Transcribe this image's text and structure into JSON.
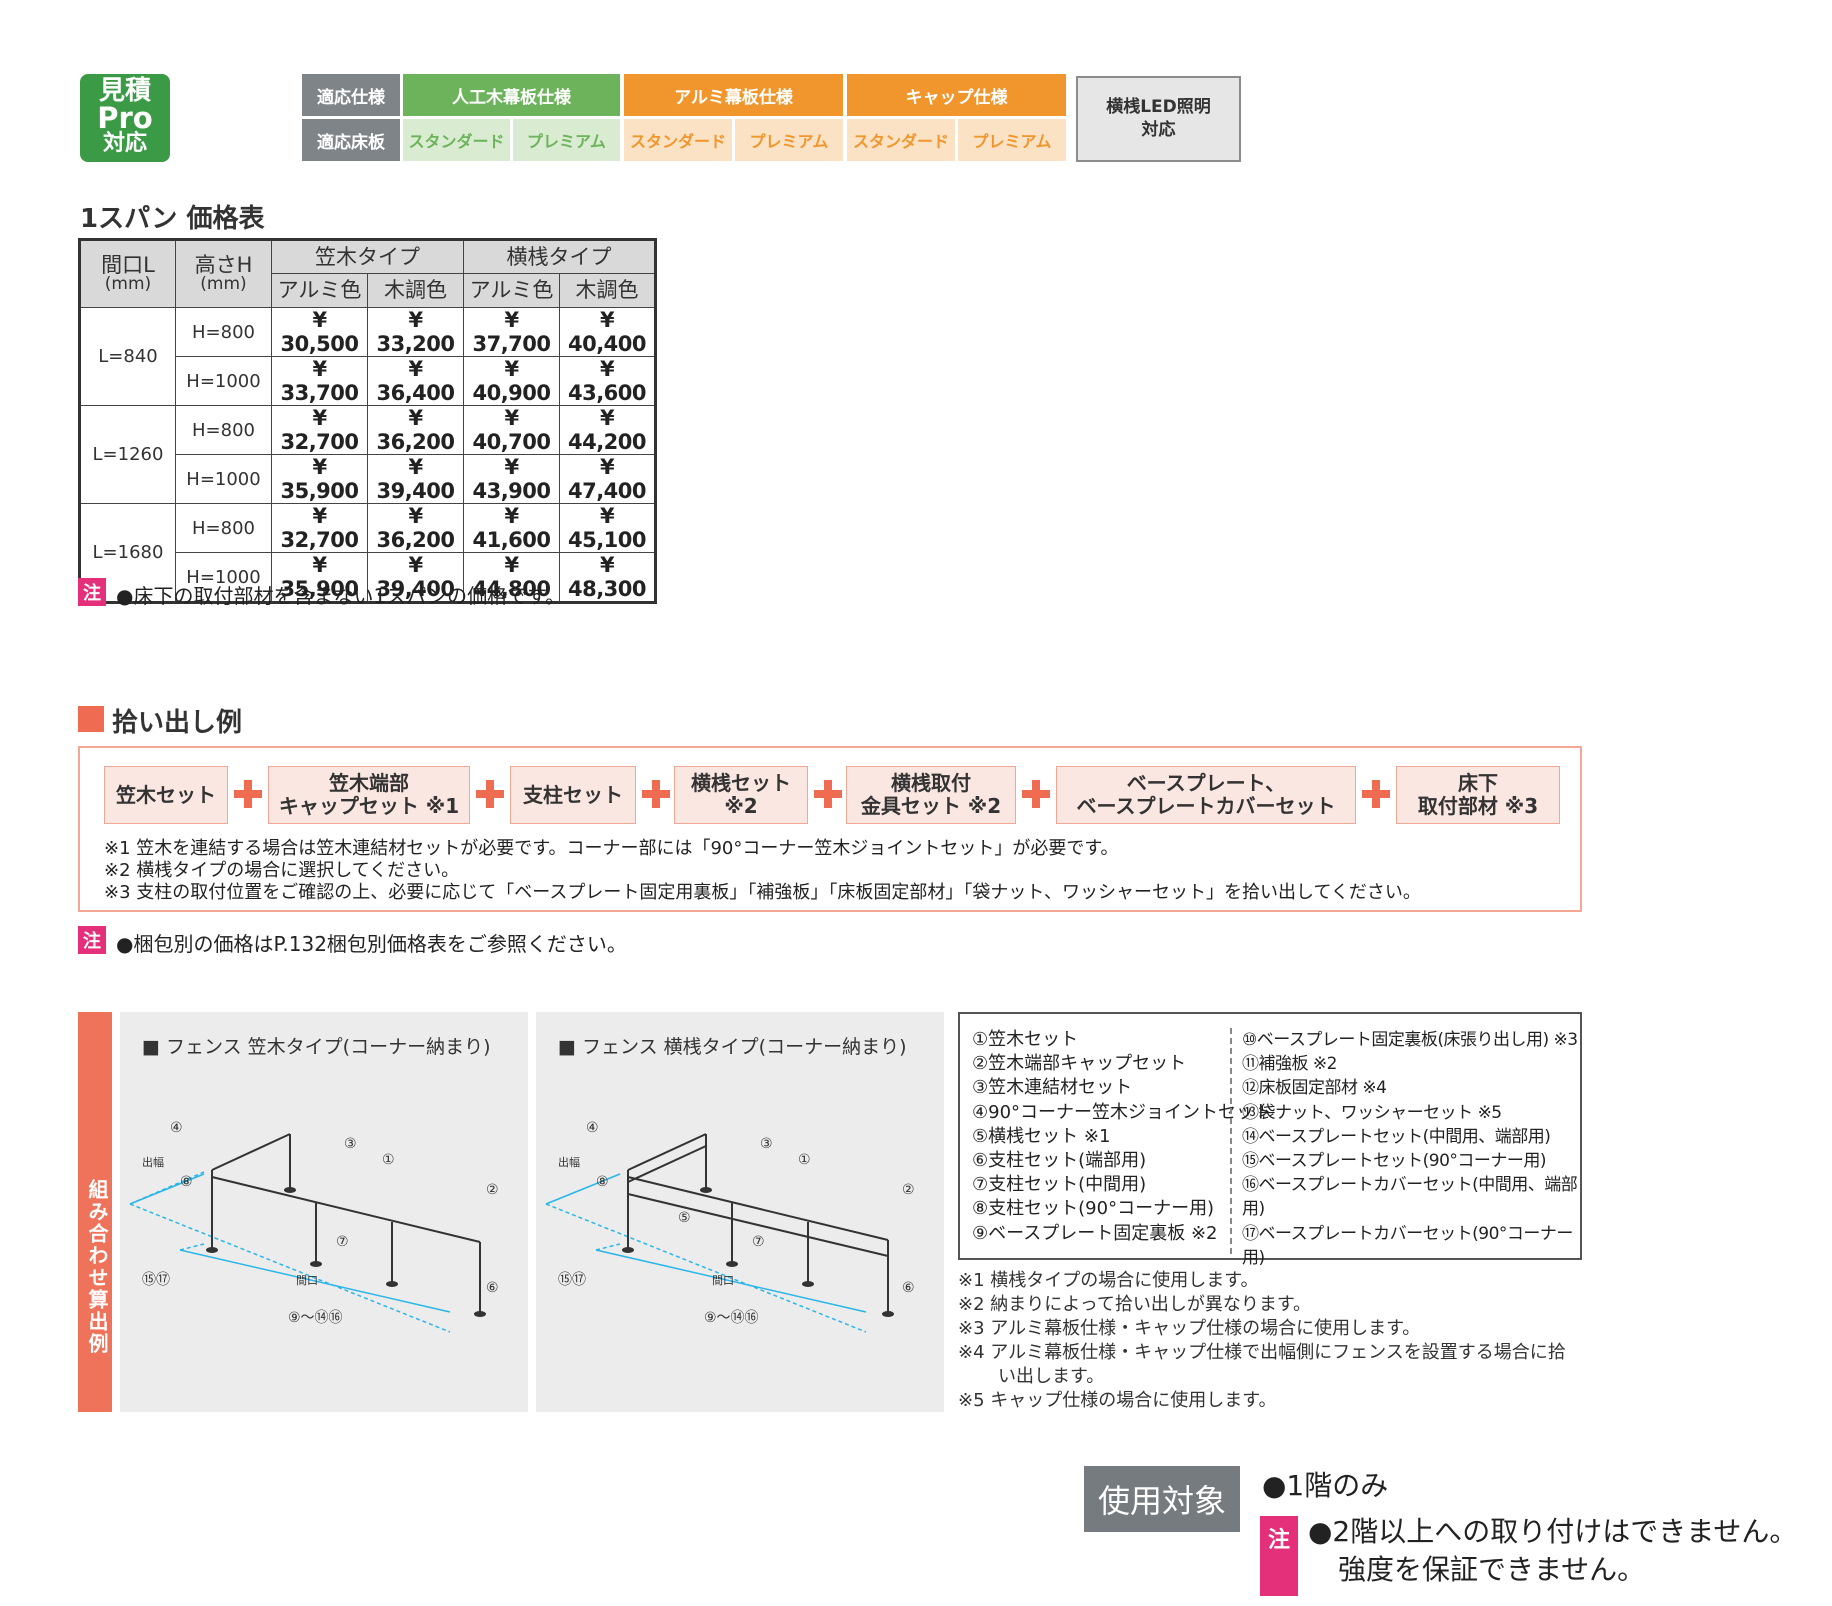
{
  "badge": {
    "line1": "見積",
    "line2": "Pro",
    "line3": "対応"
  },
  "spec_header": {
    "row1_label": "適応仕様",
    "row2_label": "適応床板",
    "specs": [
      "人工木幕板仕様",
      "アルミ幕板仕様",
      "キャップ仕様"
    ],
    "floors": [
      "スタンダード",
      "プレミアム",
      "スタンダード",
      "プレミアム",
      "スタンダード",
      "プレミアム"
    ],
    "led_line1": "横桟LED照明",
    "led_line2": "対応",
    "colors": {
      "gray": "#7f8488",
      "green": "#6db35b",
      "green_light": "#d9ecd1",
      "orange": "#f0962d",
      "orange_light": "#fbe2c4"
    }
  },
  "price_table": {
    "title": "1スパン 価格表",
    "col_opening": "間口L",
    "col_height": "高さH",
    "unit": "(mm)",
    "group1": "笠木タイプ",
    "group2": "横桟タイプ",
    "sub_alumi": "アルミ色",
    "sub_wood": "木調色",
    "rows": [
      {
        "L": "L=840",
        "H": "H=800",
        "prices": [
          "¥ 30,500",
          "¥ 33,200",
          "¥ 37,700",
          "¥ 40,400"
        ]
      },
      {
        "L": "L=840",
        "H": "H=1000",
        "prices": [
          "¥ 33,700",
          "¥ 36,400",
          "¥ 40,900",
          "¥ 43,600"
        ]
      },
      {
        "L": "L=1260",
        "H": "H=800",
        "prices": [
          "¥ 32,700",
          "¥ 36,200",
          "¥ 40,700",
          "¥ 44,200"
        ]
      },
      {
        "L": "L=1260",
        "H": "H=1000",
        "prices": [
          "¥ 35,900",
          "¥ 39,400",
          "¥ 43,900",
          "¥ 47,400"
        ]
      },
      {
        "L": "L=1680",
        "H": "H=800",
        "prices": [
          "¥ 32,700",
          "¥ 36,200",
          "¥ 41,600",
          "¥ 45,100"
        ]
      },
      {
        "L": "L=1680",
        "H": "H=1000",
        "prices": [
          "¥ 35,900",
          "¥ 39,400",
          "¥ 44,800",
          "¥ 48,300"
        ]
      }
    ],
    "note_tag": "注",
    "note": "●床下の取付部材を含まない1スパンの価格です。"
  },
  "pickup": {
    "title": "拾い出し例",
    "items": [
      {
        "l1": "笠木セット",
        "l2": ""
      },
      {
        "l1": "笠木端部",
        "l2": "キャップセット ※1"
      },
      {
        "l1": "支柱セット",
        "l2": ""
      },
      {
        "l1": "横桟セット",
        "l2": "※2"
      },
      {
        "l1": "横桟取付",
        "l2": "金具セット ※2"
      },
      {
        "l1": "ベースプレート、",
        "l2": "ベースプレートカバーセット"
      },
      {
        "l1": "床下",
        "l2": "取付部材 ※3"
      }
    ],
    "notes": [
      "※1 笠木を連結する場合は笠木連結材セットが必要です。コーナー部には「90°コーナー笠木ジョイントセット」が必要です。",
      "※2 横桟タイプの場合に選択してください。",
      "※3 支柱の取付位置をご確認の上、必要に応じて「ベースプレート固定用裏板」「補強板」「床板固定部材」「袋ナット、ワッシャーセット」を拾い出してください。"
    ],
    "note_tag": "注",
    "note2": "●梱包別の価格はP.132梱包別価格表をご参照ください。"
  },
  "combo": {
    "side_label": "組み合わせ算出例",
    "panel1_title": "■ フェンス 笠木タイプ(コーナー納まり)",
    "panel2_title": "■ フェンス 横桟タイプ(コーナー納まり)",
    "diagram_labels": {
      "n1": "①",
      "n2": "②",
      "n3": "③",
      "n4": "④",
      "n5": "⑤",
      "n6": "⑥",
      "n7": "⑦",
      "n8": "⑧",
      "n1517": "⑮⑰",
      "n9_14": "⑨～⑭⑯",
      "width": "出幅",
      "opening": "間口"
    },
    "legend_left": [
      "①笠木セット",
      "②笠木端部キャップセット",
      "③笠木連結材セット",
      "④90°コーナー笠木ジョイントセット",
      "⑤横桟セット ※1",
      "⑥支柱セット(端部用)",
      "⑦支柱セット(中間用)",
      "⑧支柱セット(90°コーナー用)",
      "⑨ベースプレート固定裏板 ※2"
    ],
    "legend_right": [
      "⑩ベースプレート固定裏板(床張り出し用) ※3",
      "⑪補強板 ※2",
      "⑫床板固定部材 ※4",
      "⑬袋ナット、ワッシャーセット ※5",
      "⑭ベースプレートセット(中間用、端部用)",
      "⑮ベースプレートセット(90°コーナー用)",
      "⑯ベースプレートカバーセット(中間用、端部用)",
      "⑰ベースプレートカバーセット(90°コーナー用)"
    ],
    "footnotes": [
      "※1 横桟タイプの場合に使用します。",
      "※2 納まりによって拾い出しが異なります。",
      "※3 アルミ幕板仕様・キャップ仕様の場合に使用します。",
      "※4 アルミ幕板仕様・キャップ仕様で出幅側にフェンスを設置する場合に拾",
      "い出します。",
      "※5 キャップ仕様の場合に使用します。"
    ]
  },
  "target": {
    "tag": "使用対象",
    "line1": "●1階のみ",
    "note_tag": "注",
    "line2": "●2階以上への取り付けはできません。",
    "line3": "強度を保証できません。"
  }
}
